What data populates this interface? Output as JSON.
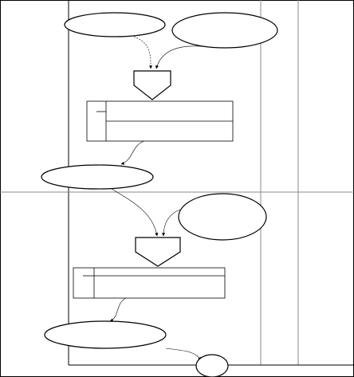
{
  "diagram": {
    "kind": "swimlane-flowchart",
    "lane_columns": 3,
    "lane_rows": 2,
    "text_labels": []
  }
}
